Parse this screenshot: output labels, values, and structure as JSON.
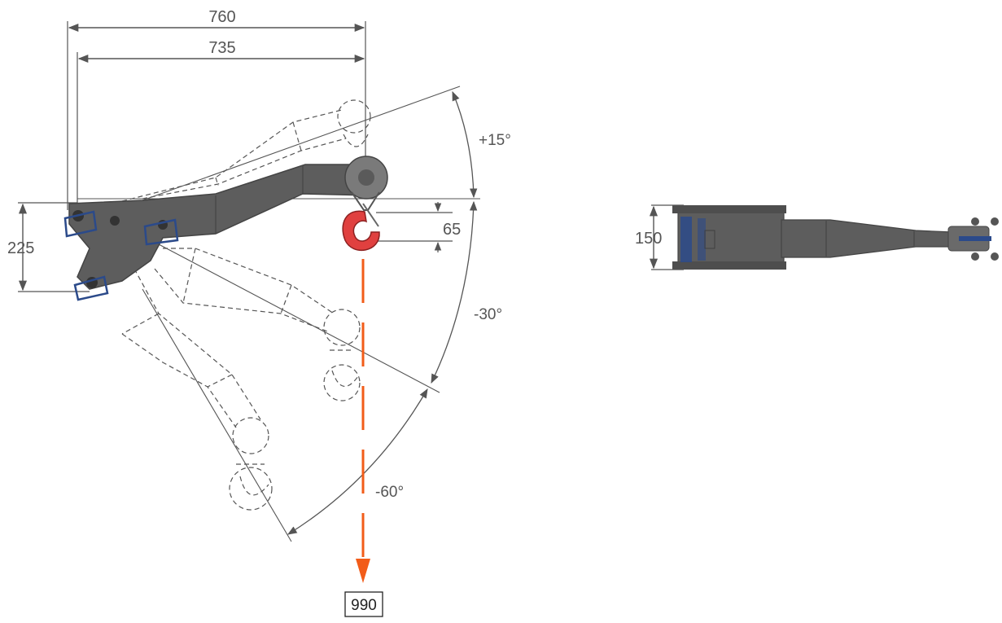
{
  "colors": {
    "body": "#5d5d5d",
    "body_dark": "#4a4a4a",
    "hook": "#e0403f",
    "arrow": "#f25c19",
    "dim_line": "#555555",
    "dash_line": "#555555",
    "accent_blue": "#2b4a8a"
  },
  "dimensions": {
    "width_outer": "760",
    "width_inner": "735",
    "height_mount": "225",
    "hook_offset": "65",
    "top_view_width": "150",
    "drop_height": "990"
  },
  "angles": {
    "up": "+15°",
    "mid": "-30°",
    "down": "-60°"
  },
  "icons": {
    "hook": "crane-hook-icon",
    "pulley": "pulley-icon",
    "arrow": "arrow-down-icon"
  }
}
